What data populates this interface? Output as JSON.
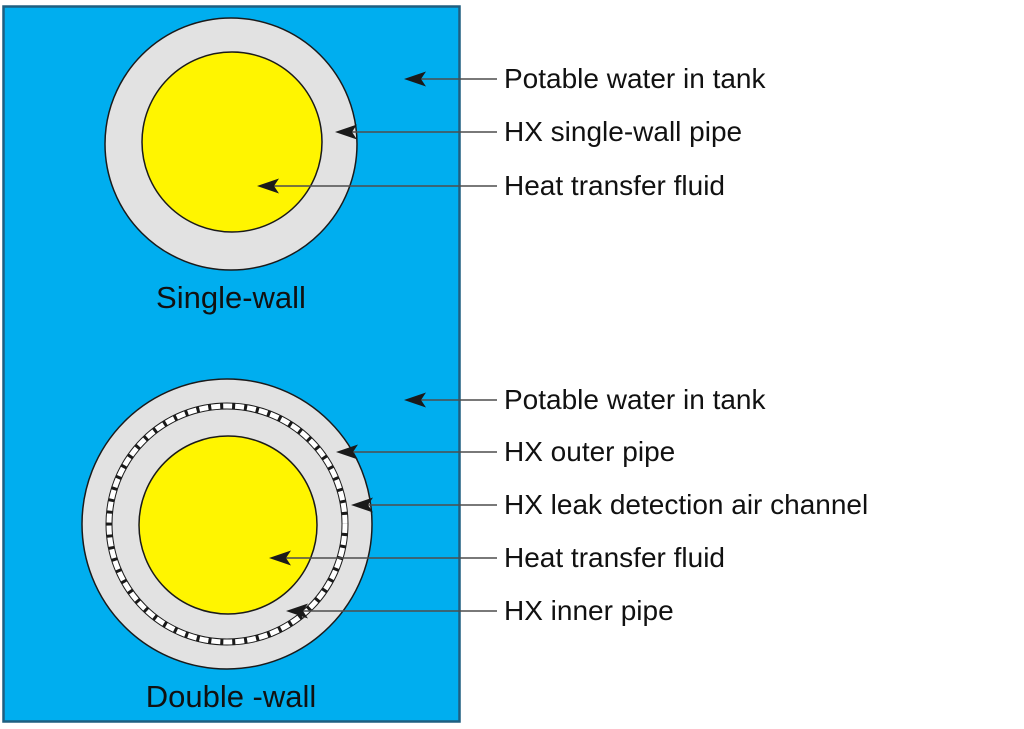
{
  "colors": {
    "tank_blue": "#00AEEF",
    "tank_border": "#1F5F80",
    "pipe_gray": "#E2E2E2",
    "fluid_yellow": "#FFF500",
    "outline_dark": "#1A1A1A",
    "arrow_line": "#4D4D4D",
    "label_text": "#111111"
  },
  "single_wall": {
    "caption": "Single-wall",
    "labels": {
      "potable_water": "Potable water in tank",
      "pipe": "HX single-wall pipe",
      "fluid": "Heat transfer fluid"
    }
  },
  "double_wall": {
    "caption": "Double -wall",
    "labels": {
      "potable_water": "Potable water in tank",
      "outer_pipe": "HX outer pipe",
      "air_channel": "HX leak detection air channel",
      "fluid": "Heat transfer fluid",
      "inner_pipe": "HX inner pipe"
    }
  }
}
